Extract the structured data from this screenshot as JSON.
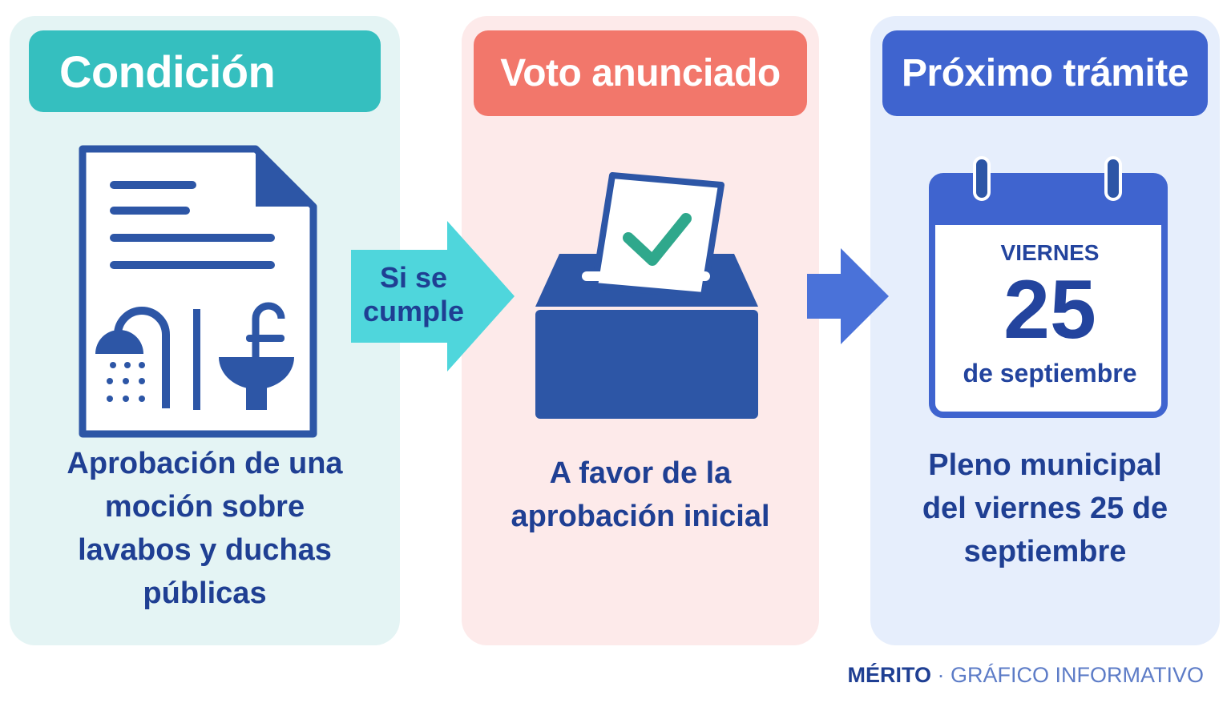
{
  "panels": {
    "condition": {
      "title": "Condición",
      "description": "Aprobación de una moción sobre lavabos y duchas públicas"
    },
    "vote": {
      "title": "Voto anunciado",
      "description": "A favor de la aprobación inicial"
    },
    "next": {
      "title": "Próximo trámite",
      "description": "Pleno municipal del viernes 25 de septiembre",
      "calendar": {
        "day": "VIERNES",
        "number": "25",
        "month": "de septiembre"
      }
    }
  },
  "connectors": {
    "first_label_line1": "Si se",
    "first_label_line2": "cumple"
  },
  "footer": {
    "brand": "MÉRITO",
    "separator": " · ",
    "subtitle": "GRÁFICO INFORMATIVO"
  },
  "colors": {
    "teal": "#35bfbf",
    "coral": "#f2776b",
    "blue": "#3f64cf",
    "navy": "#2d56a6",
    "check_green": "#2fa88c",
    "arrow_cyan": "#4fd6dc"
  },
  "icons": [
    "document-icon",
    "shower-icon",
    "sink-icon",
    "ballot-box-icon",
    "checkmark-icon",
    "calendar-icon",
    "arrow-right-icon"
  ]
}
